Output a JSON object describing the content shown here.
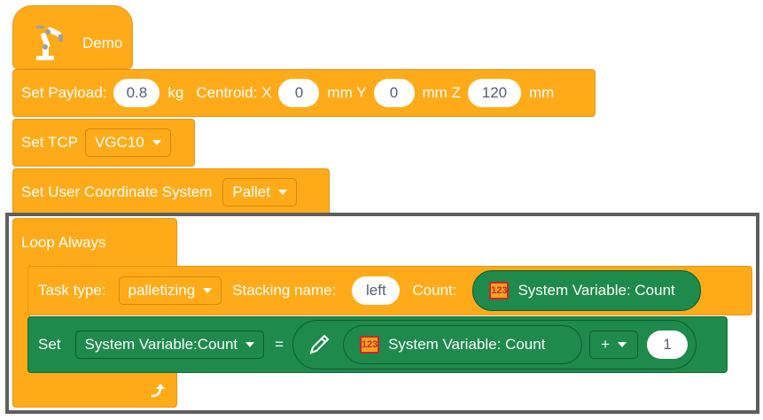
{
  "demo": {
    "label": "Demo",
    "icon": "robot-arm-icon"
  },
  "payload": {
    "prefix": "Set Payload:",
    "mass": "0.8",
    "mass_unit": "kg",
    "centroid_x_label": "Centroid: X",
    "x": "0",
    "y_label": "mm Y",
    "y": "0",
    "z_label": "mm Z",
    "z": "120",
    "z_unit": "mm"
  },
  "tcp": {
    "label": "Set TCP",
    "value": "VGC10"
  },
  "ucs": {
    "label": "Set User Coordinate System",
    "value": "Pallet"
  },
  "loop": {
    "label": "Loop Always",
    "loop_icon": "loop-arrow-icon"
  },
  "task": {
    "type_label": "Task type:",
    "type_value": "palletizing",
    "stacking_label": "Stacking name:",
    "stacking_value": "left",
    "count_label": "Count:",
    "count_badge": "123",
    "count_value": "System Variable:  Count"
  },
  "set": {
    "label": "Set",
    "var": "System Variable:Count",
    "equals": "=",
    "badge": "123",
    "expr_var": "System Variable:  Count",
    "op": "+",
    "operand": "1"
  },
  "colors": {
    "block_orange": "#FFAB19",
    "block_green": "#1E8A4C",
    "frame": "#5E5E5E",
    "badge_red": "#C62828"
  }
}
